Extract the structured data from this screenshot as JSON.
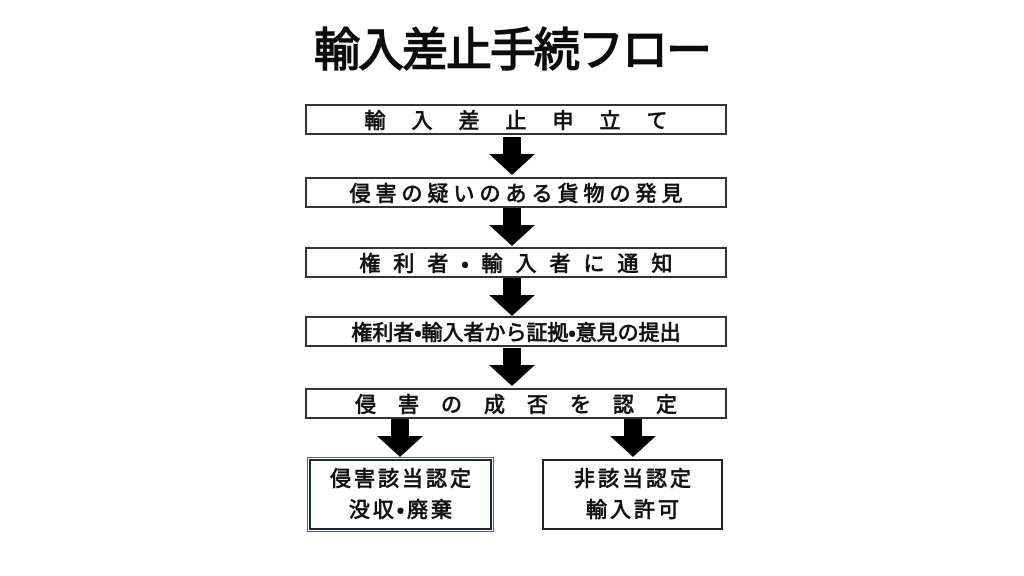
{
  "title": "輸入差止手続フロー",
  "flow": {
    "steps": [
      {
        "label": "輸入差止申立て"
      },
      {
        "label": "侵害の疑いのある貨物の発見"
      },
      {
        "label": "権利者・輸入者に通知"
      },
      {
        "label": "権利者・輸入者から証拠・意見の提出"
      },
      {
        "label": "侵害の成否を認定"
      }
    ],
    "outcomes": [
      {
        "id": "infringement",
        "lines": [
          "侵害該当認定",
          "没収・廃棄"
        ]
      },
      {
        "id": "non-infringement",
        "lines": [
          "非該当認定",
          "輸入許可"
        ]
      }
    ]
  },
  "icons": {
    "connector": "down-block-arrow"
  },
  "colors": {
    "background": "#ffffff",
    "text": "#111111",
    "step_border": "#333333",
    "outcome_infringement_border": "#1b2740",
    "outcome_infringement_outline": "#4a6096",
    "outcome_clear_border": "#222222",
    "arrow": "#000000"
  }
}
